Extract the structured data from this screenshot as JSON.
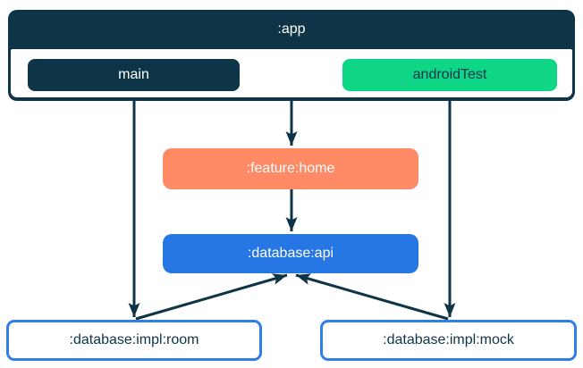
{
  "diagram": {
    "type": "module-dependency-graph",
    "background": "#ffffff",
    "edge_color": "#0d3447",
    "app": {
      "label": ":app",
      "header_color": "#0d3447",
      "header_text_color": "#ffffff",
      "source_sets": [
        {
          "label": "main",
          "fill": "#0d3447",
          "text_color": "#ffffff"
        },
        {
          "label": "androidTest",
          "fill": "#0fd687",
          "text_color": "#0d3447"
        }
      ]
    },
    "nodes": [
      {
        "id": "feature-home",
        "label": ":feature:home",
        "fill": "#fe8a66",
        "text_color": "#ffffff"
      },
      {
        "id": "database-api",
        "label": ":database:api",
        "fill": "#2676e4",
        "text_color": "#ffffff"
      },
      {
        "id": "database-impl-room",
        "label": ":database:impl:room",
        "fill": "#ffffff",
        "border_color": "#2d7fe9",
        "text_color": "#0d3447"
      },
      {
        "id": "database-impl-mock",
        "label": ":database:impl:mock",
        "fill": "#ffffff",
        "border_color": "#2d7fe9",
        "text_color": "#0d3447"
      }
    ],
    "edges": [
      {
        "from": ":app",
        "to": ":feature:home"
      },
      {
        "from": ":feature:home",
        "to": ":database:api"
      },
      {
        "from": "main",
        "to": ":database:impl:room"
      },
      {
        "from": "androidTest",
        "to": ":database:impl:mock"
      },
      {
        "from": ":database:impl:room",
        "to": ":database:api"
      },
      {
        "from": ":database:impl:mock",
        "to": ":database:api"
      }
    ]
  }
}
